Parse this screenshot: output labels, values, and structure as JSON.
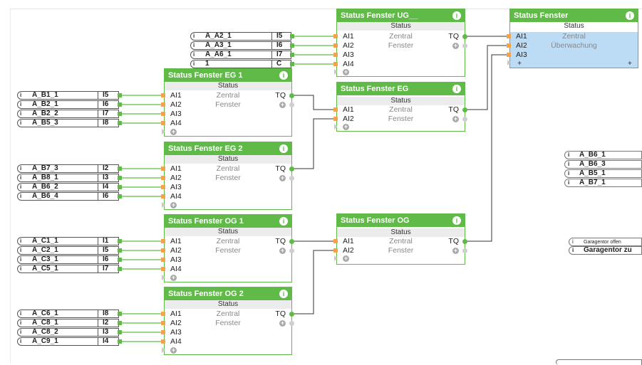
{
  "blocks": {
    "ug": {
      "title": "Status Fenster UG__",
      "status": "Status",
      "inputs": [
        "AI1",
        "AI2",
        "AI3",
        "AI4"
      ],
      "mid1": "Zentral",
      "mid2": "Fenster",
      "output": "TQ"
    },
    "eg1": {
      "title": "Status Fenster EG 1",
      "status": "Status",
      "inputs": [
        "AI1",
        "AI2",
        "AI3",
        "AI4"
      ],
      "mid1": "Zentral",
      "mid2": "Fenster",
      "output": "TQ"
    },
    "eg": {
      "title": "Status Fenster EG",
      "status": "Status",
      "inputs": [
        "AI1",
        "AI2"
      ],
      "mid1": "Zentral",
      "mid2": "Fenster",
      "output": "TQ"
    },
    "eg2": {
      "title": "Status Fenster EG 2",
      "status": "Status",
      "inputs": [
        "AI1",
        "AI2",
        "AI3",
        "AI4"
      ],
      "mid1": "Zentral",
      "mid2": "Fenster",
      "output": "TQ"
    },
    "og1": {
      "title": "Status Fenster OG 1",
      "status": "Status",
      "inputs": [
        "AI1",
        "AI2",
        "AI3",
        "AI4"
      ],
      "mid1": "Zentral",
      "mid2": "Fenster",
      "output": "TQ"
    },
    "og": {
      "title": "Status Fenster OG",
      "status": "Status",
      "inputs": [
        "AI1",
        "AI2"
      ],
      "mid1": "Zentral",
      "mid2": "Fenster",
      "output": "TQ"
    },
    "og2": {
      "title": "Status Fenster OG 2",
      "status": "Status",
      "inputs": [
        "AI1",
        "AI2",
        "AI3",
        "AI4"
      ],
      "mid1": "Zentral",
      "mid2": "Fenster",
      "output": "TQ"
    },
    "main": {
      "title": "Status Fenster",
      "status": "Status",
      "inputs": [
        "AI1",
        "AI2",
        "AI3"
      ],
      "mid1": "Zentral",
      "mid2": "Überwachung"
    }
  },
  "refs": {
    "ug": [
      {
        "name": "A_A2_1",
        "port": "I5"
      },
      {
        "name": "A_A3_1",
        "port": "I6"
      },
      {
        "name": "A_A6_1",
        "port": "I7"
      },
      {
        "name": "1",
        "port": "C"
      }
    ],
    "eg1": [
      {
        "name": "A_B1_1",
        "port": "I5"
      },
      {
        "name": "A_B2_1",
        "port": "I6"
      },
      {
        "name": "A_B2_2",
        "port": "I7"
      },
      {
        "name": "A_B5_3",
        "port": "I8"
      }
    ],
    "eg2": [
      {
        "name": "A_B7_3",
        "port": "I2"
      },
      {
        "name": "A_B8_1",
        "port": "I3"
      },
      {
        "name": "A_B6_2",
        "port": "I4"
      },
      {
        "name": "A_B6_4",
        "port": "I6"
      }
    ],
    "og1": [
      {
        "name": "A_C1_1",
        "port": "I1"
      },
      {
        "name": "A_C2_1",
        "port": "I5"
      },
      {
        "name": "A_C3_1",
        "port": "I6"
      },
      {
        "name": "A_C5_1",
        "port": "I7"
      }
    ],
    "og2": [
      {
        "name": "A_C6_1",
        "port": "I8"
      },
      {
        "name": "A_C8_1",
        "port": "I2"
      },
      {
        "name": "A_C8_2",
        "port": "I3"
      },
      {
        "name": "A_C9_1",
        "port": "I4"
      }
    ]
  },
  "right_refs": [
    "A_B6_1",
    "A_B6_3",
    "A_B5_1",
    "A_B7_1"
  ],
  "garage": {
    "small": "Garagentor offen",
    "big": "Garagentor zu"
  },
  "info_glyph": "i",
  "colors": {
    "block_header": "#5fba47",
    "input_pin": "#f5a34a",
    "highlight": "#bcdcf6"
  }
}
